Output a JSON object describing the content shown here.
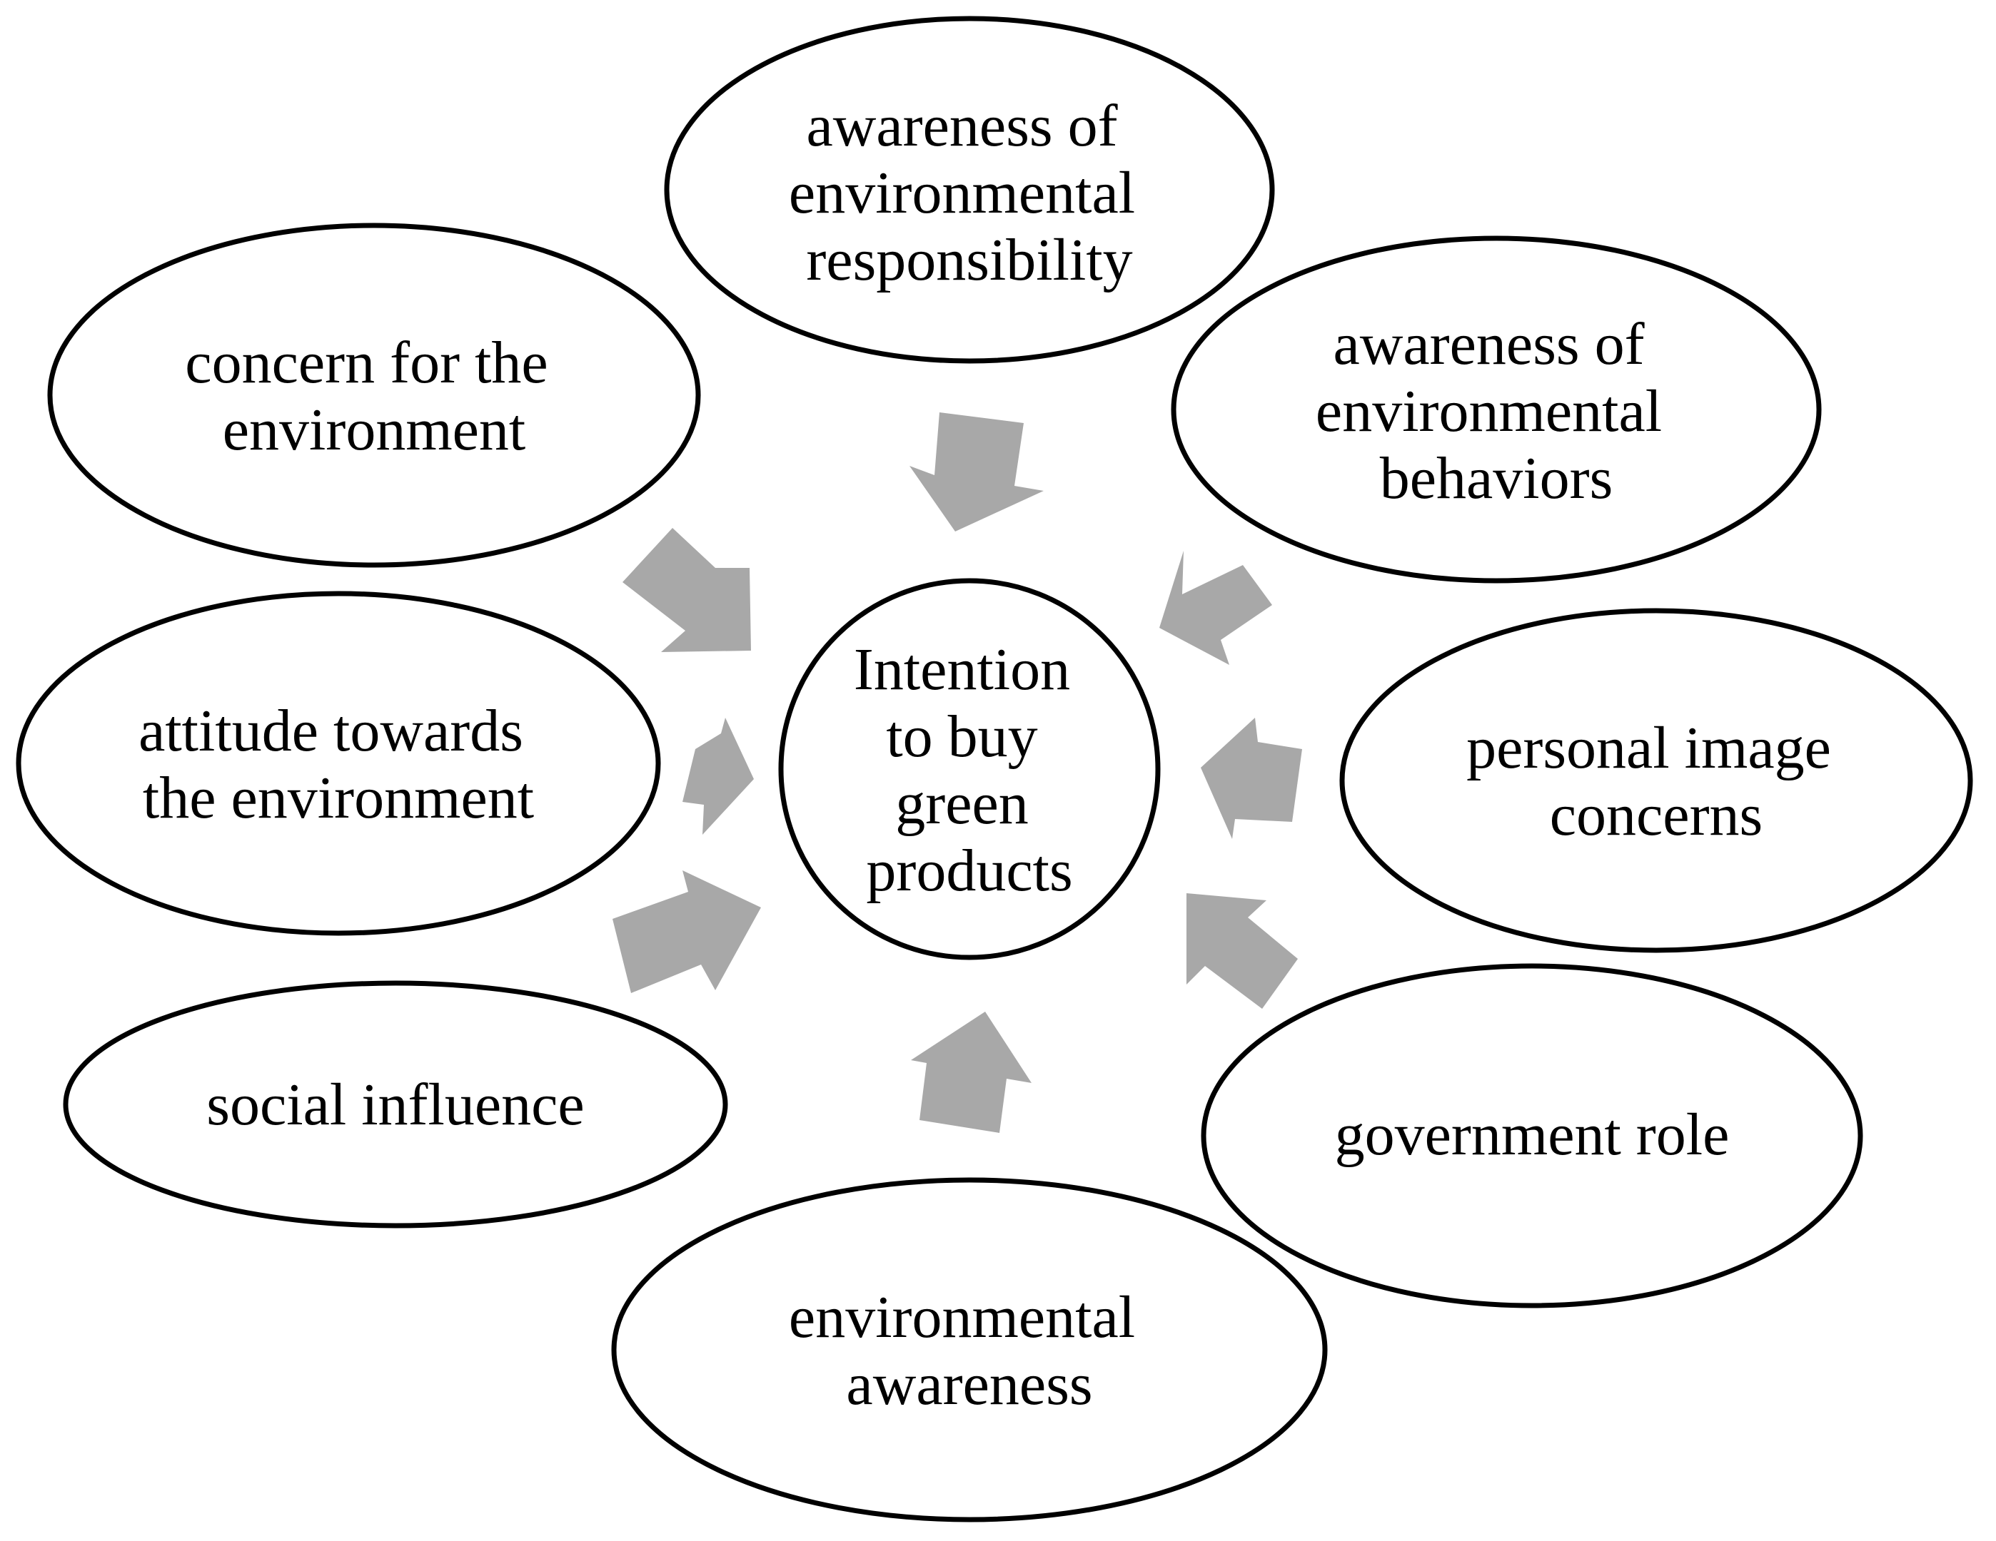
{
  "center": {
    "lines": [
      "Intention",
      "to buy",
      "green",
      "products"
    ]
  },
  "factors": [
    {
      "id": "awareness-of-environmental-responsibility",
      "lines": [
        "awareness of",
        "environmental",
        "responsibility"
      ]
    },
    {
      "id": "awareness-of-environmental-behaviors",
      "lines": [
        "awareness of",
        "environmental",
        "behaviors"
      ]
    },
    {
      "id": "personal-image-concerns",
      "lines": [
        "personal image",
        "concerns"
      ]
    },
    {
      "id": "government-role",
      "lines": [
        "government role"
      ]
    },
    {
      "id": "environmental-awareness",
      "lines": [
        "environmental",
        "awareness"
      ]
    },
    {
      "id": "social-influence",
      "lines": [
        "social influence"
      ]
    },
    {
      "id": "attitude-towards-the-environment",
      "lines": [
        "attitude towards",
        "the environment"
      ]
    },
    {
      "id": "concern-for-the-environment",
      "lines": [
        "concern for the",
        "environment"
      ]
    }
  ],
  "colors": {
    "arrow": "#a8a8a8",
    "outline": "#000000",
    "fill": "#ffffff",
    "text": "#000000"
  }
}
